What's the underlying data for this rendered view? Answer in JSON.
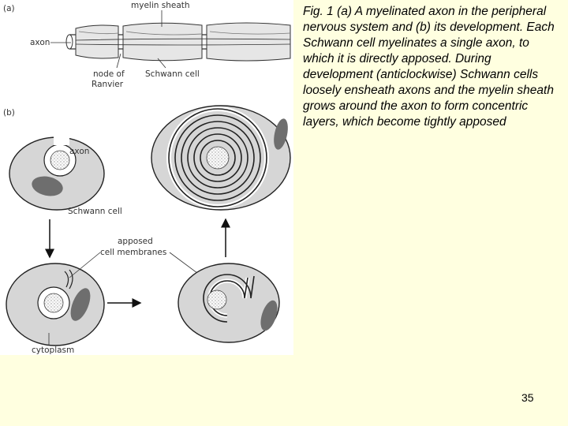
{
  "figure": {
    "panel_a_label": "(a)",
    "panel_b_label": "(b)",
    "labels": {
      "myelin_sheath": "myelin sheath",
      "axon_a": "axon",
      "node_line1": "node of",
      "node_line2": "Ranvier",
      "schwann_a": "Schwann cell",
      "axon_b": "axon",
      "schwann_b": "Schwann cell",
      "apposed_line1": "apposed",
      "apposed_line2": "cell membranes",
      "cytoplasm": "cytoplasm"
    }
  },
  "caption": "Fig. 1 (a) A myelinated axon in the peripheral nervous system and (b) its development. Each Schwann cell myelinates a single axon, to which it is directly apposed. During development (anticlockwise) Schwann cells loosely ensheath axons and the myelin sheath grows around the axon to form concentric layers, which become tightly apposed",
  "page_number": "35"
}
